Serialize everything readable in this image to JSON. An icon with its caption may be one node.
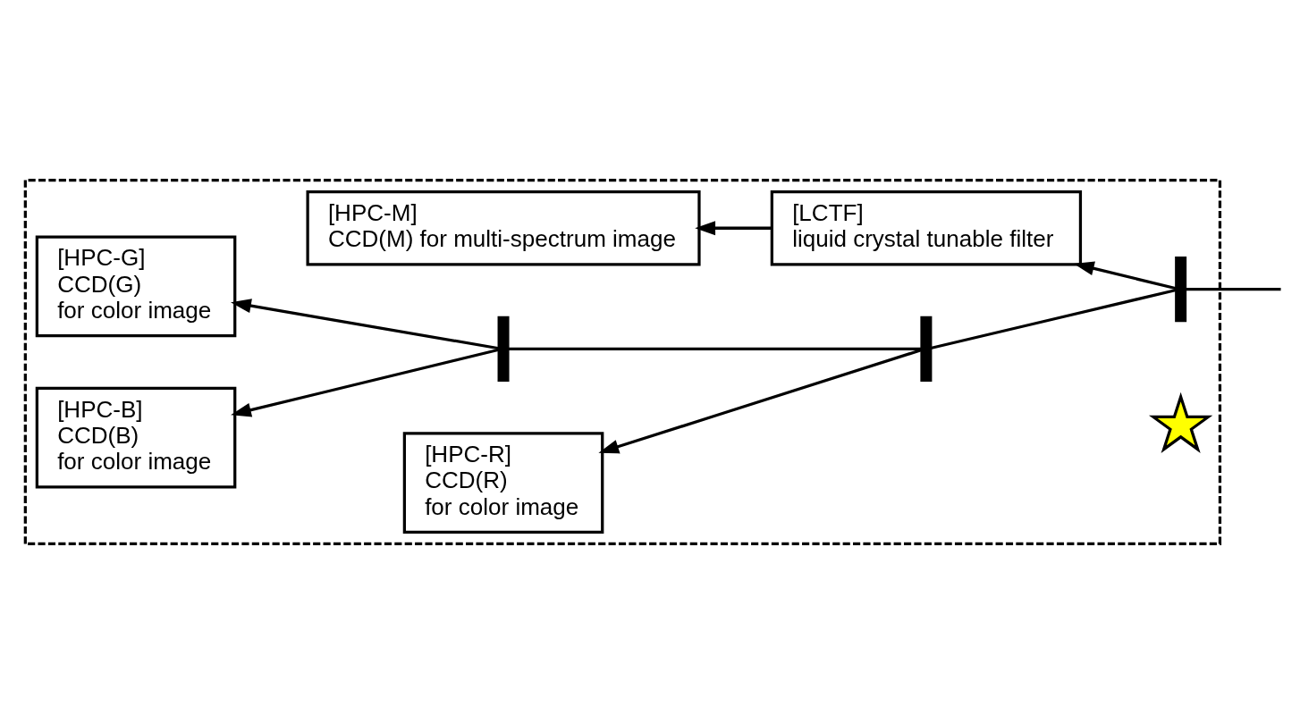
{
  "diagram": {
    "nodes": [
      {
        "text": [],
        "shape": "box"
      },
      {
        "text": [
          "[HPC-R]",
          "CCD(R)",
          "for color image"
        ],
        "in": 0
      },
      {
        "text": [
          "[HPC-B]",
          "CCD(B)",
          "for color image"
        ],
        "in": 0
      },
      {
        "text": [],
        "shape": "bar",
        "in": 0
      },
      {
        "text": [],
        "shape": "bar",
        "in": 0
      },
      {
        "text": [],
        "shape": "bar",
        "in": 0
      },
      {
        "text": [
          "[HPC-G]",
          "CCD(G)",
          "for color image"
        ],
        "in": 0
      },
      {
        "text": [
          "[HPC-M]",
          "CCD(M) for multi-spectrum image"
        ],
        "in": 0
      },
      {
        "text": [
          "[LCTF]",
          "liquid crystal tunable filter"
        ],
        "in": 0
      },
      {
        "text": [],
        "shape": "star",
        "in": 0
      }
    ],
    "edges": [
      {
        "from": null,
        "to": 5,
        "arrow": "none"
      },
      {
        "from": 5,
        "to": 4,
        "arrow": "none"
      },
      {
        "from": 4,
        "to": 3,
        "arrow": "none"
      },
      {
        "from": 3,
        "to": 2,
        "arrow": "to"
      },
      {
        "from": 4,
        "to": 1,
        "arrow": "to"
      },
      {
        "from": 3,
        "to": 6,
        "arrow": "to"
      },
      {
        "from": 5,
        "to": 8,
        "arrow": "to"
      },
      {
        "from": 8,
        "to": 7,
        "arrow": "to"
      }
    ]
  }
}
